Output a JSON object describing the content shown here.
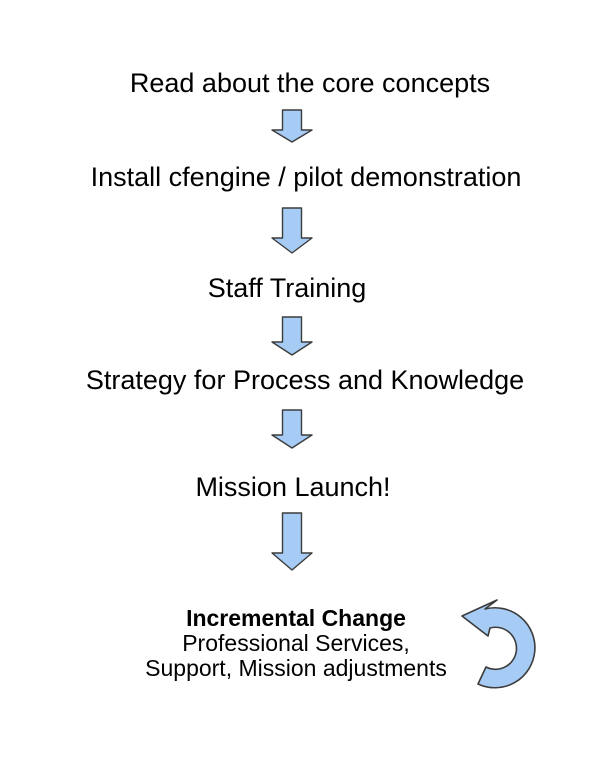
{
  "diagram": {
    "background_color": "#ffffff",
    "arrow_fill_color": "#a6ccf5",
    "arrow_outline_color": "#3c3c3c",
    "text_color": "#000000",
    "steps": [
      {
        "label": "Read about the core concepts"
      },
      {
        "label": "Install cfengine / pilot demonstration"
      },
      {
        "label": "Staff Training"
      },
      {
        "label": "Strategy for Process and Knowledge"
      },
      {
        "label": "Mission Launch!"
      }
    ],
    "final_step": {
      "title": "Incremental Change",
      "line2": "Professional Services,",
      "line3": "Support, Mission adjustments"
    }
  }
}
